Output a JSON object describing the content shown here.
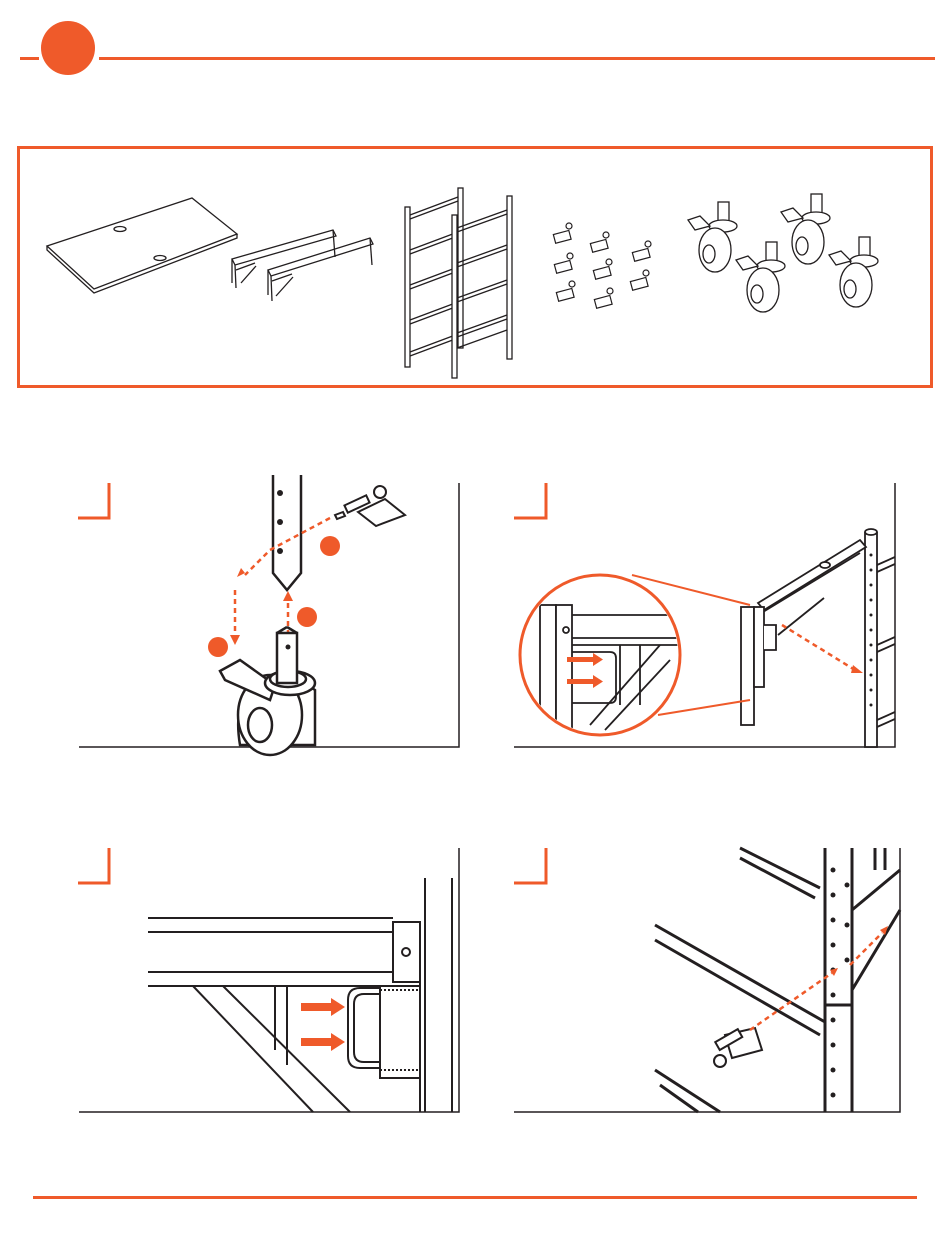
{
  "colors": {
    "accent": "#ef5a2a",
    "line": "#231f20",
    "background": "#ffffff"
  },
  "header": {
    "step_badge_icon": "step-number-circle"
  },
  "parts": [
    {
      "icon": "shelf-board-icon"
    },
    {
      "icon": "beam-pair-icon"
    },
    {
      "icon": "upright-frames-icon"
    },
    {
      "icon": "rivet-pins-icon",
      "count": 8
    },
    {
      "icon": "caster-wheels-icon",
      "count": 4
    }
  ],
  "steps": [
    {
      "icon": "caster-insert-step-icon",
      "callouts": 3
    },
    {
      "icon": "beam-attach-step-icon"
    },
    {
      "icon": "beam-lock-detail-step-icon"
    },
    {
      "icon": "pin-insert-step-icon"
    }
  ]
}
